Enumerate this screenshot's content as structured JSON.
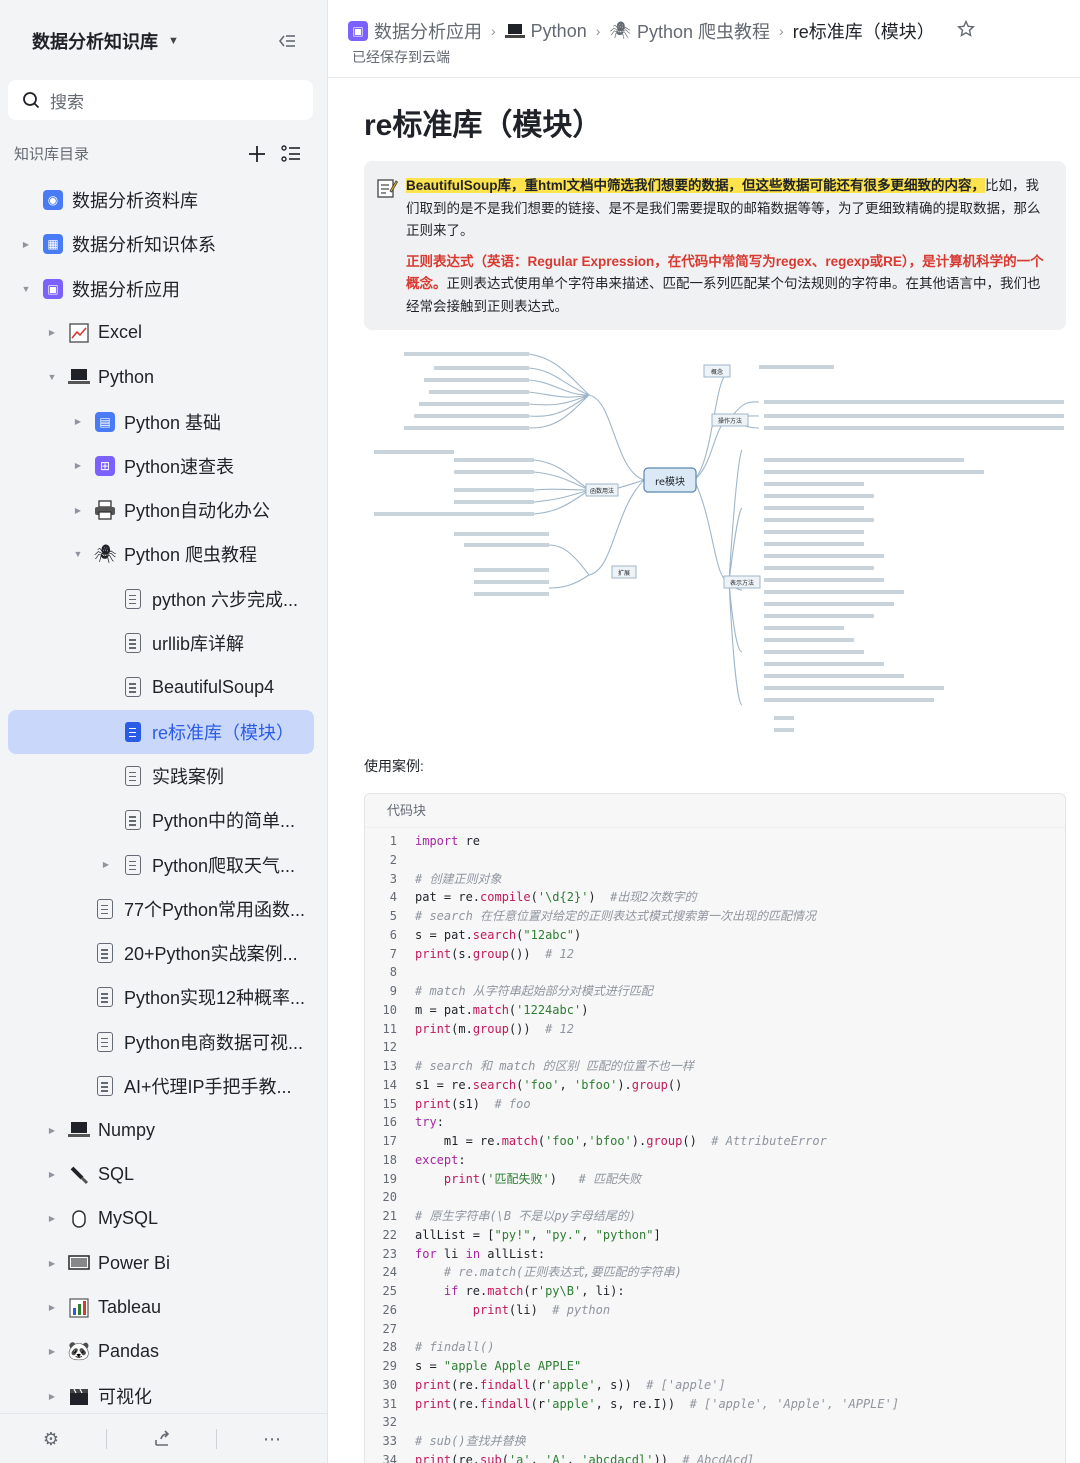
{
  "sidebar": {
    "kb_name": "数据分析知识库",
    "search_placeholder": "搜索",
    "toc_title": "知识库目录",
    "tree": [
      {
        "label": "数据分析资料库",
        "icon": "database-icon",
        "level": 0
      },
      {
        "label": "数据分析知识体系",
        "icon": "grid-icon",
        "level": 0,
        "arrow": "right"
      },
      {
        "label": "数据分析应用",
        "icon": "app-icon",
        "level": 0,
        "arrow": "down"
      },
      {
        "label": "Excel",
        "icon": "chart-icon",
        "level": 1,
        "arrow": "right"
      },
      {
        "label": "Python",
        "icon": "laptop-icon",
        "level": 1,
        "arrow": "down"
      },
      {
        "label": "Python 基础",
        "icon": "blue-doc-icon",
        "level": 2,
        "arrow": "right"
      },
      {
        "label": "Python速查表",
        "icon": "purple-grid-icon",
        "level": 2,
        "arrow": "right"
      },
      {
        "label": "Python自动化办公",
        "icon": "printer-icon",
        "level": 2,
        "arrow": "right"
      },
      {
        "label": "Python 爬虫教程",
        "icon": "bug-icon",
        "level": 2,
        "arrow": "down"
      },
      {
        "label": "python 六步完成...",
        "icon": "doc-icon",
        "level": 3
      },
      {
        "label": "urllib库详解",
        "icon": "doc-icon",
        "level": 3
      },
      {
        "label": "BeautifulSoup4",
        "icon": "doc-icon",
        "level": 3
      },
      {
        "label": "re标准库（模块）",
        "icon": "doc-icon",
        "level": 3,
        "active": true
      },
      {
        "label": "实践案例",
        "icon": "doc-icon",
        "level": 3
      },
      {
        "label": "Python中的简单...",
        "icon": "doc-icon",
        "level": 3
      },
      {
        "label": "Python爬取天气...",
        "icon": "doc-icon",
        "level": 3,
        "arrow": "right"
      },
      {
        "label": "77个Python常用函数...",
        "icon": "doc-icon",
        "level": 2
      },
      {
        "label": "20+Python实战案例...",
        "icon": "doc-icon",
        "level": 2
      },
      {
        "label": "Python实现12种概率...",
        "icon": "doc-icon",
        "level": 2
      },
      {
        "label": "Python电商数据可视...",
        "icon": "doc-icon",
        "level": 2
      },
      {
        "label": "AI+代理IP手把手教...",
        "icon": "doc-icon",
        "level": 2
      },
      {
        "label": "Numpy",
        "icon": "laptop-icon",
        "level": 1,
        "arrow": "right"
      },
      {
        "label": "SQL",
        "icon": "brush-icon",
        "level": 1,
        "arrow": "right"
      },
      {
        "label": "MySQL",
        "icon": "cylinder-icon",
        "level": 1,
        "arrow": "right"
      },
      {
        "label": "Power Bi",
        "icon": "monitor-icon",
        "level": 1,
        "arrow": "right"
      },
      {
        "label": "Tableau",
        "icon": "bar-chart-icon",
        "level": 1,
        "arrow": "right"
      },
      {
        "label": "Pandas",
        "icon": "panda-icon",
        "level": 1,
        "arrow": "right"
      },
      {
        "label": "可视化",
        "icon": "clapper-icon",
        "level": 1,
        "arrow": "right"
      }
    ]
  },
  "header": {
    "breadcrumbs": [
      {
        "label": "数据分析应用",
        "icon": "app-icon"
      },
      {
        "label": "Python",
        "icon": "laptop-icon"
      },
      {
        "label": "Python 爬虫教程",
        "icon": "bug-icon"
      },
      {
        "label": "re标准库（模块）"
      }
    ],
    "saved_status": "已经保存到云端"
  },
  "doc": {
    "title": "re标准库（模块）",
    "callout": {
      "p1_highlight": "BeautifulSoup库，重html文档中筛选我们想要的数据，但这些数据可能还有很多更细致的内容，",
      "p1_rest": "比如，我们取到的是不是我们想要的链接、是不是我们需要提取的邮箱数据等等，为了更细致精确的提取数据，那么正则来了。",
      "p2_red": "正则表达式（英语：Regular Expression，在代码中常简写为regex、regexp或RE），是计算机科学的一个概念。",
      "p2_rest": "正则表达式使用单个字符串来描述、匹配一系列匹配某个句法规则的字符串。在其他语言中，我们也经常会接触到正则表达式。"
    },
    "mindmap": {
      "center": "re模块",
      "branches": [
        "概念",
        "操作方法",
        "表示方法",
        "函数用法",
        "扩展"
      ]
    },
    "case_label": "使用案例:",
    "code_block_title": "代码块",
    "code": [
      {
        "n": "1",
        "t": "import re"
      },
      {
        "n": "2",
        "t": ""
      },
      {
        "n": "3",
        "t": "# 创建正则对象"
      },
      {
        "n": "4",
        "t": "pat = re.compile('\\d{2}')  #出现2次数字的"
      },
      {
        "n": "5",
        "t": "# search 在任意位置对给定的正则表达式模式搜索第一次出现的匹配情况"
      },
      {
        "n": "6",
        "t": "s = pat.search(\"12abc\")"
      },
      {
        "n": "7",
        "t": "print(s.group())  # 12"
      },
      {
        "n": "8",
        "t": ""
      },
      {
        "n": "9",
        "t": "# match 从字符串起始部分对模式进行匹配"
      },
      {
        "n": "10",
        "t": "m = pat.match('1224abc')"
      },
      {
        "n": "11",
        "t": "print(m.group())  # 12"
      },
      {
        "n": "12",
        "t": ""
      },
      {
        "n": "13",
        "t": "# search 和 match 的区别 匹配的位置不也一样"
      },
      {
        "n": "14",
        "t": "s1 = re.search('foo', 'bfoo').group()"
      },
      {
        "n": "15",
        "t": "print(s1)  # foo"
      },
      {
        "n": "16",
        "t": "try:"
      },
      {
        "n": "17",
        "t": "    m1 = re.match('foo','bfoo').group()  # AttributeError"
      },
      {
        "n": "18",
        "t": "except:"
      },
      {
        "n": "19",
        "t": "    print('匹配失败')   # 匹配失败"
      },
      {
        "n": "20",
        "t": ""
      },
      {
        "n": "21",
        "t": "# 原生字符串(\\B 不是以py字母结尾的)"
      },
      {
        "n": "22",
        "t": "allList = [\"py!\", \"py.\", \"python\"]"
      },
      {
        "n": "23",
        "t": "for li in allList:"
      },
      {
        "n": "24",
        "t": "    # re.match(正则表达式,要匹配的字符串)"
      },
      {
        "n": "25",
        "t": "    if re.match(r'py\\B', li):"
      },
      {
        "n": "26",
        "t": "        print(li)  # python"
      },
      {
        "n": "27",
        "t": ""
      },
      {
        "n": "28",
        "t": "# findall()"
      },
      {
        "n": "29",
        "t": "s = \"apple Apple APPLE\""
      },
      {
        "n": "30",
        "t": "print(re.findall(r'apple', s))  # ['apple']"
      },
      {
        "n": "31",
        "t": "print(re.findall(r'apple', s, re.I))  # ['apple', 'Apple', 'APPLE']"
      },
      {
        "n": "32",
        "t": ""
      },
      {
        "n": "33",
        "t": "# sub()查找并替换"
      },
      {
        "n": "34",
        "t": "print(re.sub('a', 'A', 'abcdacdl'))  # AbcdAcdl"
      }
    ]
  },
  "colors": {
    "accent": "#2b5ce6",
    "active_bg": "#c9d7fb",
    "highlight": "#ffe34d",
    "red": "#d83931"
  }
}
